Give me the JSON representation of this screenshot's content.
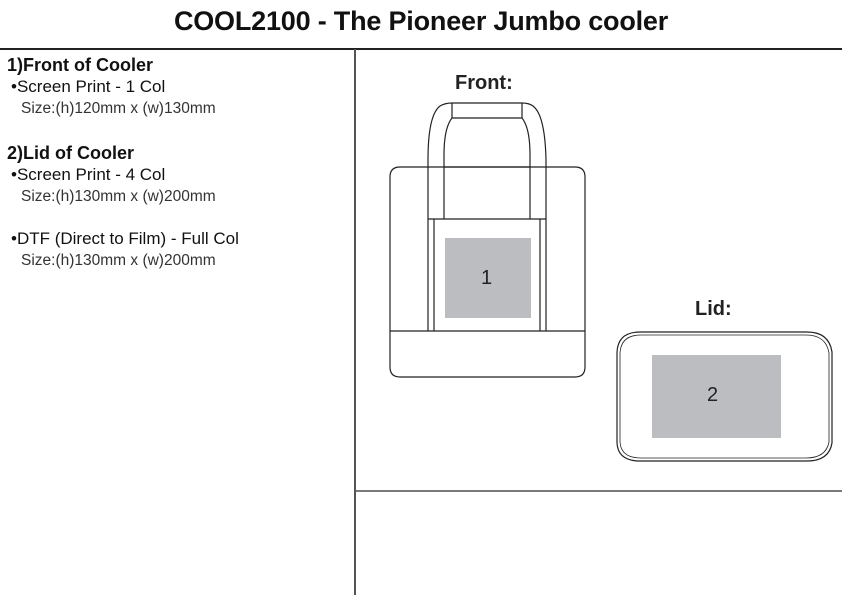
{
  "title": "COOL2100 - The Pioneer Jumbo cooler",
  "sections": [
    {
      "heading": "1)Front of Cooler",
      "methods": [
        {
          "name": "•Screen Print - 1 Col",
          "size": "Size:(h)120mm x (w)130mm"
        }
      ]
    },
    {
      "heading": "2)Lid of Cooler",
      "methods": [
        {
          "name": "•Screen Print - 4 Col",
          "size": "Size:(h)130mm x (w)200mm"
        },
        {
          "name": "•DTF (Direct to Film) - Full Col",
          "size": "Size:(h)130mm x (w)200mm"
        }
      ]
    }
  ],
  "views": {
    "front": {
      "label": "Front:",
      "area_number": "1"
    },
    "lid": {
      "label": "Lid:",
      "area_number": "2"
    }
  },
  "colors": {
    "print_area": "#bcbdc0",
    "outline": "#222222"
  }
}
